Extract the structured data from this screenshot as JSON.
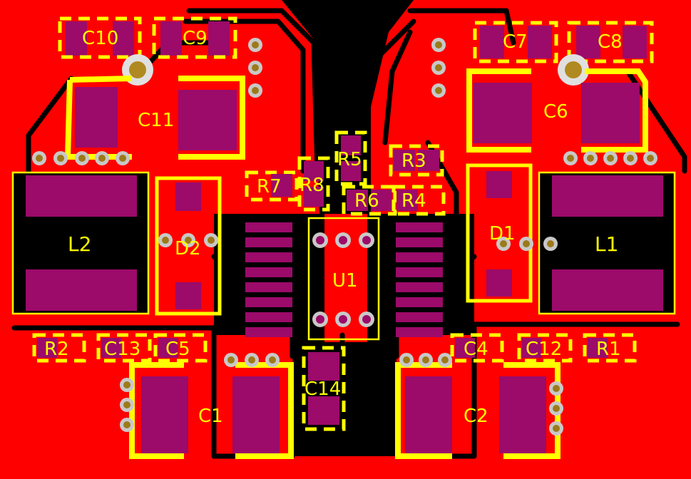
{
  "colors": {
    "copper": "#FF0000",
    "substrate": "#000000",
    "silkscreen": "#FFFF00",
    "pad": "#9C0A6A",
    "via_ring": "#C8C8C8"
  },
  "components": {
    "C10": "C10",
    "C9": "C9",
    "C11": "C11",
    "C7": "C7",
    "C8": "C8",
    "C6": "C6",
    "R5": "R5",
    "R3": "R3",
    "R7": "R7",
    "R8": "R8",
    "R6": "R6",
    "R4": "R4",
    "L2": "L2",
    "D2": "D2",
    "D1": "D1",
    "L1": "L1",
    "U1": "U1",
    "R2": "R2",
    "C13": "C13",
    "C5": "C5",
    "C4": "C4",
    "C12": "C12",
    "R1": "R1",
    "C14": "C14",
    "C1": "C1",
    "C2": "C2"
  }
}
